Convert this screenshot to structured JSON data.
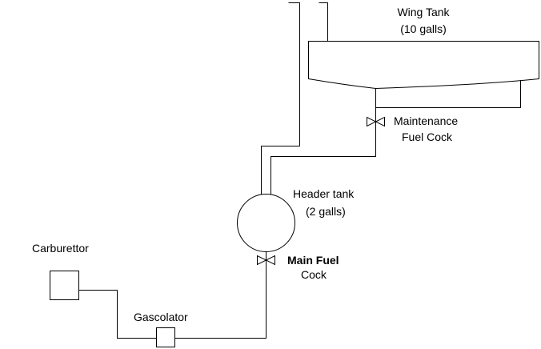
{
  "labels": {
    "wing_tank": "Wing Tank",
    "wing_tank_capacity": "(10 galls)",
    "maintenance_cock_line1": "Maintenance",
    "maintenance_cock_line2": "Fuel Cock",
    "header_tank": "Header tank",
    "header_tank_capacity": "(2 galls)",
    "main_cock_line1": "Main Fuel",
    "main_cock_line2": "Cock",
    "carburettor": "Carburettor",
    "gascolator": "Gascolator"
  },
  "colors": {
    "line": "#000000",
    "background": "#ffffff"
  }
}
